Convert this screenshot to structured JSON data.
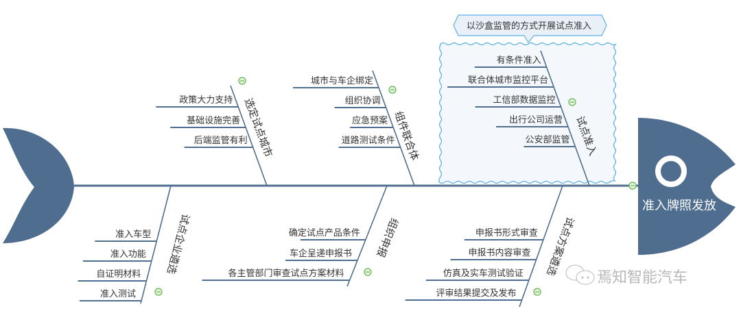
{
  "colors": {
    "fish": "#4f6d8f",
    "spine": "#4f6d8f",
    "bone": "#4f6d8f",
    "boundary": "#5ab0e8",
    "boundary_fill": "#f4f8fc",
    "callout_fill": "#e9f0f8",
    "collapse": "#5fb548",
    "watermark": "#b8b8b8"
  },
  "head": {
    "label": "准入牌照发放"
  },
  "callout": {
    "label": "以沙盒监管的方式开展试点准入"
  },
  "categories": {
    "top": [
      {
        "label": "选定试点城市",
        "items": [
          "政策大力支持",
          "基础设施完善",
          "后端监管有利"
        ]
      },
      {
        "label": "组件联合体",
        "items": [
          "城市与车企绑定",
          "组织协调",
          "应急预案",
          "道路测试条件"
        ]
      },
      {
        "label": "试点准入",
        "items": [
          "有条件准入",
          "联合体城市监控平台",
          "工信部数据监控",
          "出行公司运营",
          "公安部监管"
        ]
      }
    ],
    "bottom": [
      {
        "label": "试点企业遴选",
        "items": [
          "准入车型",
          "准入功能",
          "自证明材料",
          "准入测试"
        ]
      },
      {
        "label": "组织申报",
        "items": [
          "确定试点产品条件",
          "车企呈递申报书",
          "各主管部门审查试点方案材料"
        ]
      },
      {
        "label": "试点方案遴选",
        "items": [
          "申报书形式审查",
          "申报书内容审查",
          "仿真及实车测试验证",
          "评审结果提交及发布"
        ]
      }
    ]
  },
  "watermark": {
    "label": "焉知智能汽车",
    "icon": "wechat-icon"
  }
}
